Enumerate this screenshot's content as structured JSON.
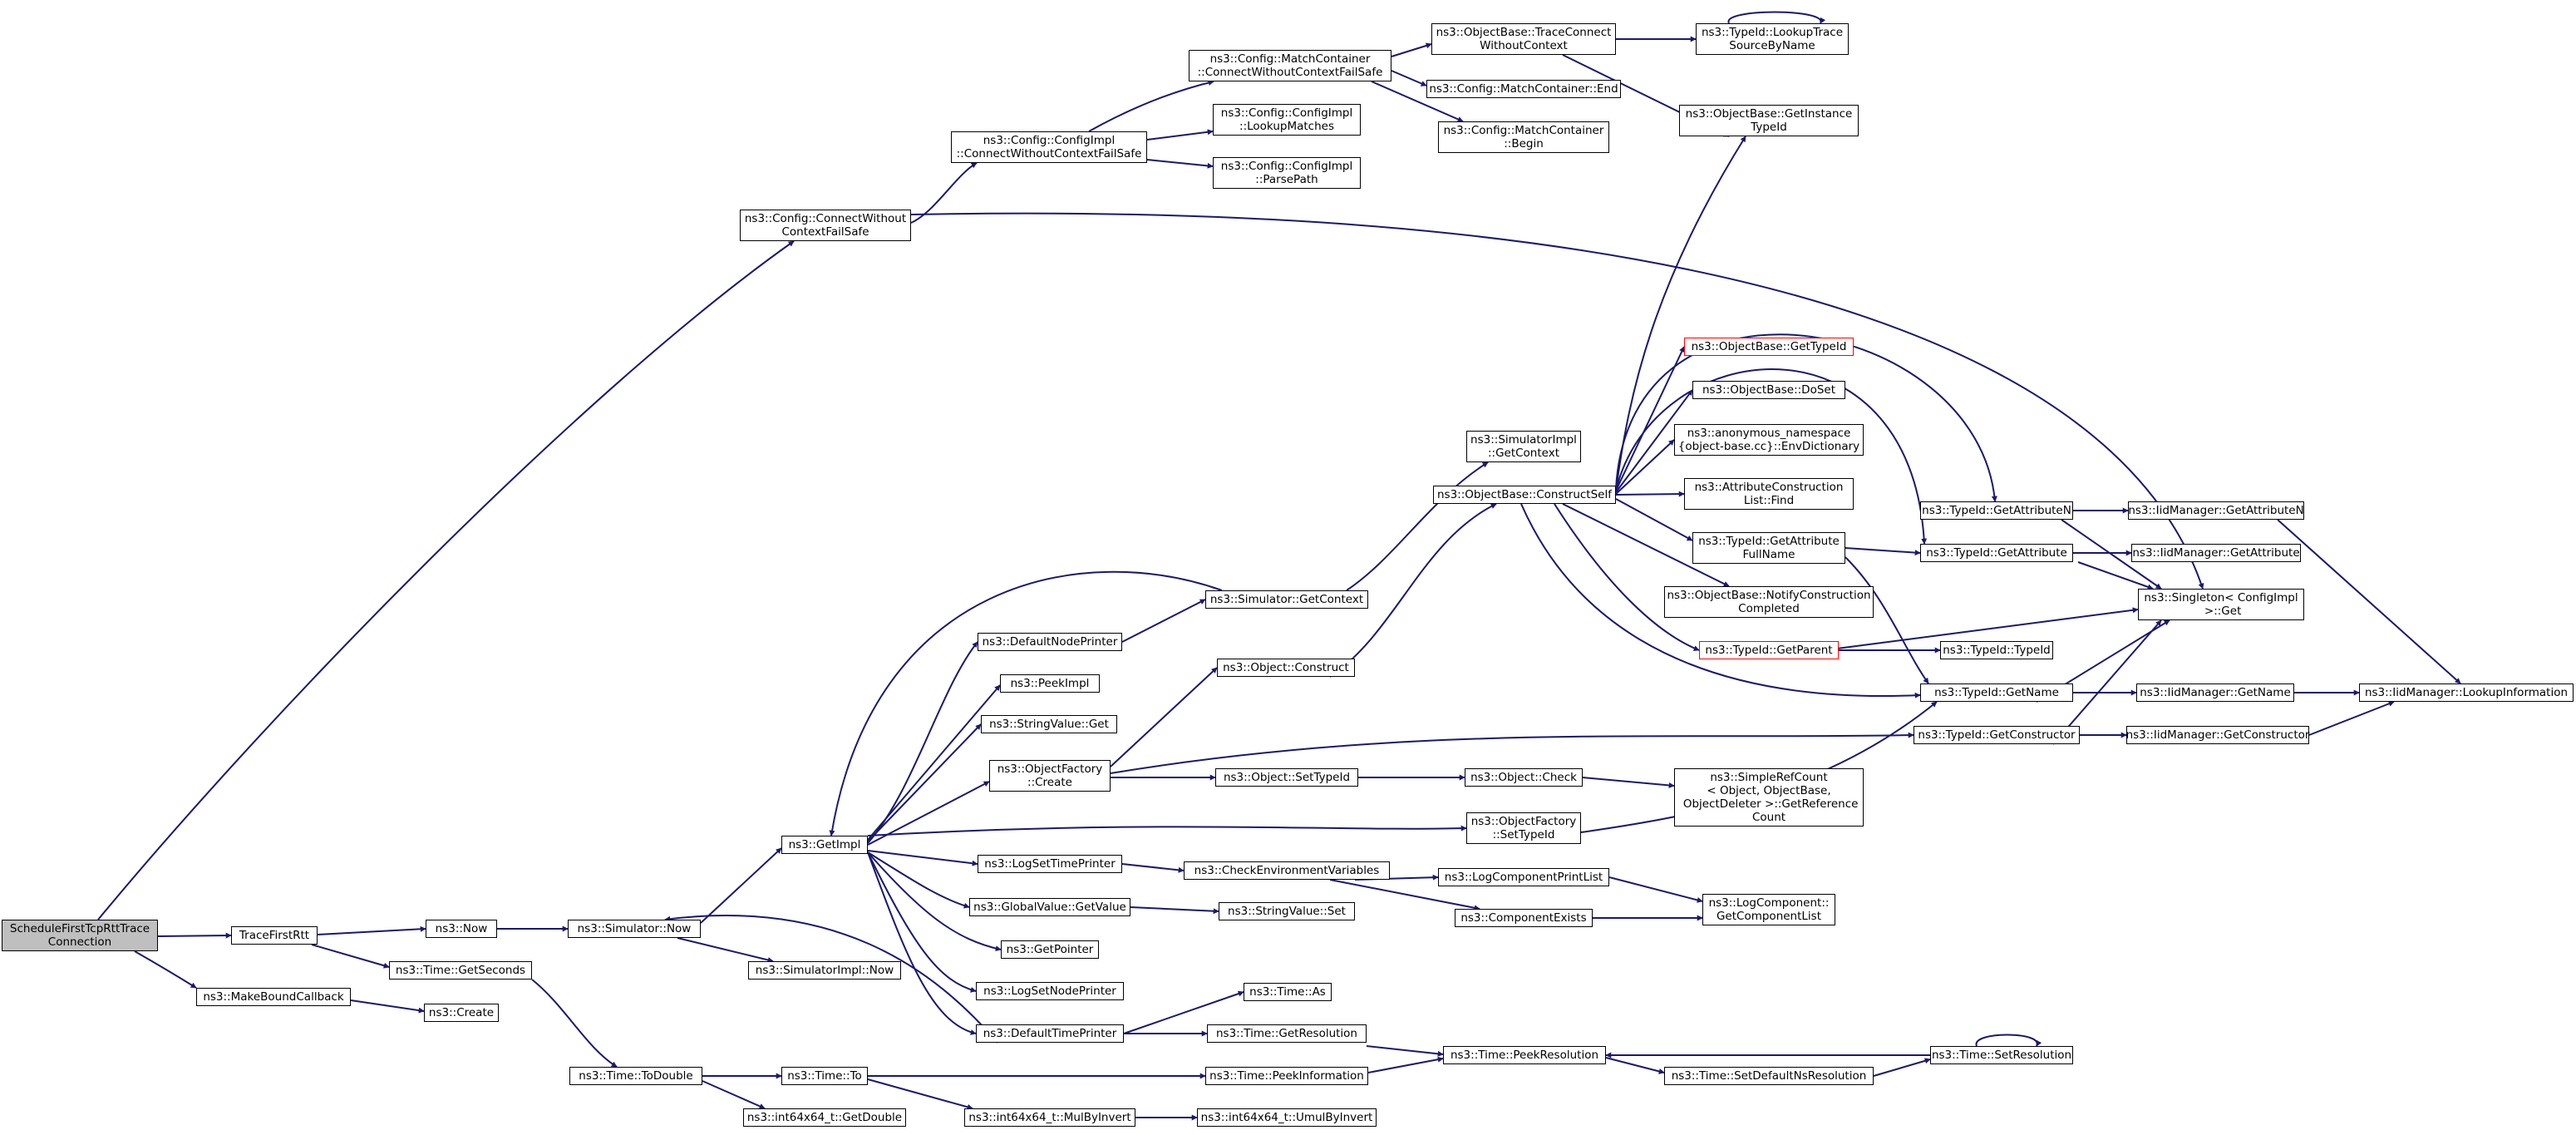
{
  "colors": {
    "edge": "#191970",
    "root_fill": "#bfbfbf",
    "node_border": "#000000",
    "truncated_border": "#ff0000"
  },
  "nodes": {
    "n0": "ScheduleFirstTcpRttTrace\nConnection",
    "n1": "TraceFirstRtt",
    "n2": "ns3::MakeBoundCallback",
    "n3": "ns3::Config::ConnectWithout\nContextFailSafe",
    "n4": "ns3::Now",
    "n5": "ns3::Time::GetSeconds",
    "n6": "ns3::Create",
    "n7": "ns3::Config::ConfigImpl\n::ConnectWithoutContextFailSafe",
    "n8": "ns3::Simulator::Now",
    "n9": "ns3::Time::ToDouble",
    "n10": "ns3::Config::MatchContainer\n::ConnectWithoutContextFailSafe",
    "n11": "ns3::Config::ConfigImpl\n::LookupMatches",
    "n12": "ns3::Config::ConfigImpl\n::ParsePath",
    "n13": "ns3::GetImpl",
    "n14": "ns3::SimulatorImpl::Now",
    "n15": "ns3::Time::To",
    "n16": "ns3::int64x64_t::GetDouble",
    "n17": "ns3::ObjectBase::TraceConnect\nWithoutContext",
    "n18": "ns3::Config::MatchContainer::End",
    "n19": "ns3::Config::MatchContainer\n::Begin",
    "n20": "ns3::DefaultNodePrinter",
    "n21": "ns3::PeekImpl",
    "n22": "ns3::StringValue::Get",
    "n23": "ns3::ObjectFactory\n::Create",
    "n24": "ns3::LogSetTimePrinter",
    "n25": "ns3::GlobalValue::GetValue",
    "n26": "ns3::GetPointer",
    "n27": "ns3::LogSetNodePrinter",
    "n28": "ns3::DefaultTimePrinter",
    "n29": "ns3::int64x64_t::MulByInvert",
    "n30": "ns3::Simulator::GetContext",
    "n31": "ns3::Object::Construct",
    "n32": "ns3::Object::SetTypeId",
    "n33": "ns3::CheckEnvironmentVariables",
    "n34": "ns3::StringValue::Set",
    "n35": "ns3::Time::As",
    "n36": "ns3::Time::GetResolution",
    "n37": "ns3::Time::PeekInformation",
    "n38": "ns3::int64x64_t::UmulByInvert",
    "n39": "ns3::SimulatorImpl\n::GetContext",
    "n40": "ns3::ObjectBase::ConstructSelf",
    "n41": "ns3::Object::Check",
    "n42": "ns3::ObjectFactory\n::SetTypeId",
    "n43": "ns3::LogComponentPrintList",
    "n44": "ns3::ComponentExists",
    "n45": "ns3::Time::PeekResolution",
    "n46": "ns3::TypeId::LookupTrace\nSourceByName",
    "n47": "ns3::ObjectBase::GetInstance\nTypeId",
    "n48": "ns3::ObjectBase::GetTypeId",
    "n49": "ns3::ObjectBase::DoSet",
    "n50": "ns3::anonymous_namespace\n{object-base.cc}::EnvDictionary",
    "n51": "ns3::AttributeConstruction\nList::Find",
    "n52": "ns3::TypeId::GetAttribute\nFullName",
    "n53": "ns3::ObjectBase::NotifyConstruction\nCompleted",
    "n54": "ns3::TypeId::GetParent",
    "n55": "ns3::SimpleRefCount\n< Object, ObjectBase,\n ObjectDeleter >::GetReference\nCount",
    "n56": "ns3::LogComponent::\nGetComponentList",
    "n57": "ns3::Time::SetDefaultNsResolution",
    "n58": "ns3::TypeId::GetAttributeN",
    "n59": "ns3::TypeId::GetAttribute",
    "n60": "ns3::TypeId::TypeId",
    "n61": "ns3::TypeId::GetName",
    "n62": "ns3::TypeId::GetConstructor",
    "n63": "ns3::Time::SetResolution",
    "n64": "ns3::IidManager::GetAttributeN",
    "n65": "ns3::IidManager::GetAttribute",
    "n66": "ns3::Singleton< ConfigImpl\n >::Get",
    "n67": "ns3::IidManager::GetName",
    "n68": "ns3::IidManager::GetConstructor",
    "n69": "ns3::IidManager::LookupInformation"
  }
}
